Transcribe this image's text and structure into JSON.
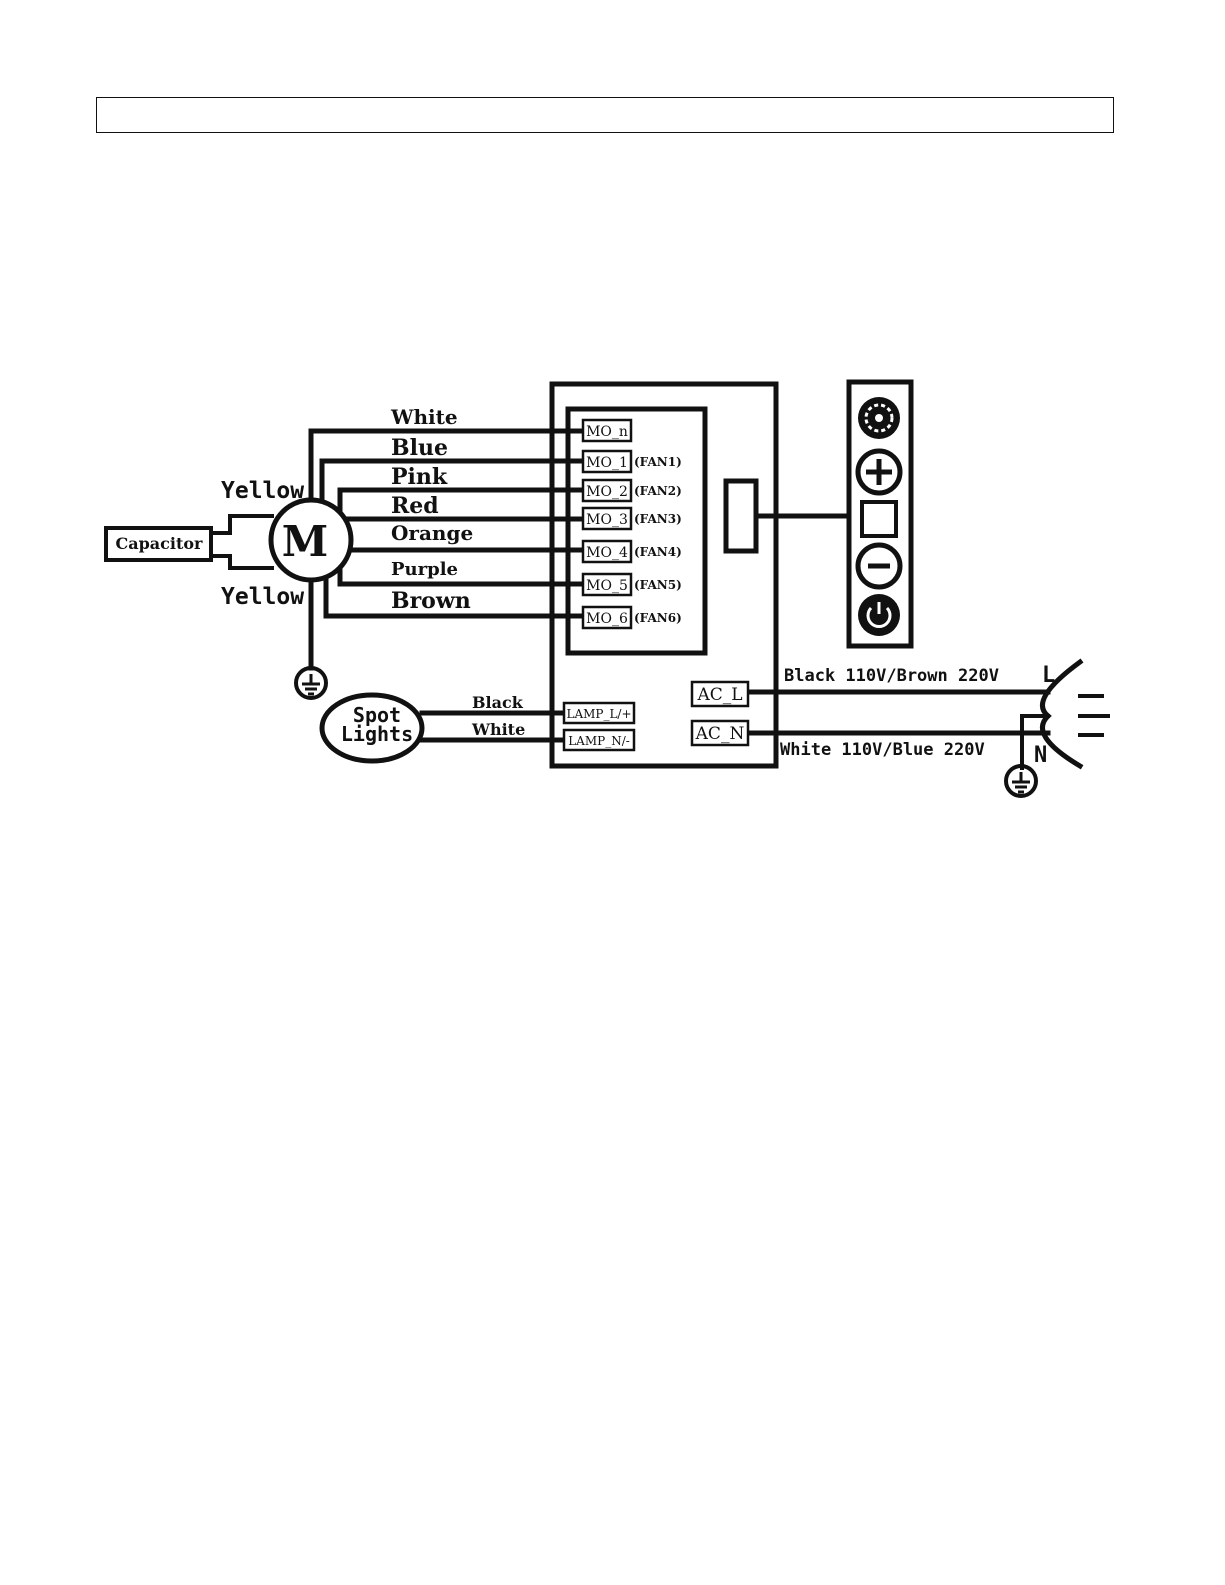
{
  "header": {
    "text": ""
  },
  "motor": {
    "symbol": "M"
  },
  "capacitor": {
    "label": "Capacitor"
  },
  "motor_leads": {
    "top": "Yellow",
    "bottom": "Yellow"
  },
  "motor_wires": [
    {
      "color": "White",
      "terminal": "MO_n",
      "fan": ""
    },
    {
      "color": "Blue",
      "terminal": "MO_1",
      "fan": "(FAN1)"
    },
    {
      "color": "Pink",
      "terminal": "MO_2",
      "fan": "(FAN2)"
    },
    {
      "color": "Red",
      "terminal": "MO_3",
      "fan": "(FAN3)"
    },
    {
      "color": "Orange",
      "terminal": "MO_4",
      "fan": "(FAN4)"
    },
    {
      "color": "Purple",
      "terminal": "MO_5",
      "fan": "(FAN5)"
    },
    {
      "color": "Brown",
      "terminal": "MO_6",
      "fan": "(FAN6)"
    }
  ],
  "spot_lights": {
    "line1": "Spot",
    "line2": "Lights",
    "wire_l": "Black",
    "wire_n": "White",
    "terminal_l": "LAMP_L/+",
    "terminal_n": "LAMP_N/-"
  },
  "power": {
    "terminal_l": "AC_L",
    "terminal_n": "AC_N",
    "wire_l": "Black 110V/Brown 220V",
    "wire_n": "White 110V/Blue 220V",
    "plug_l": "L",
    "plug_n": "N"
  },
  "control_panel": {
    "icons": [
      "fan-icon",
      "plus-icon",
      "square-icon",
      "minus-icon",
      "power-icon"
    ]
  }
}
